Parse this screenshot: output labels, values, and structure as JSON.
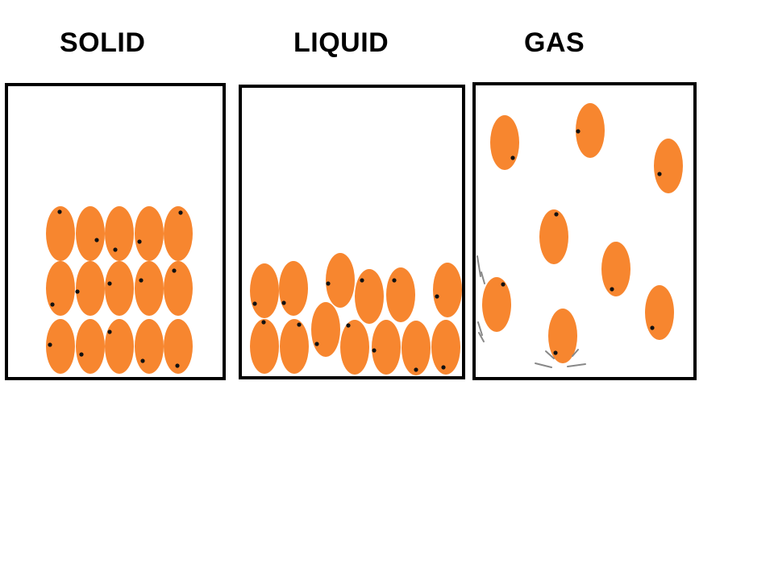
{
  "labels": {
    "solid": "SOLID",
    "liquid": "LIQUID",
    "gas": "GAS"
  },
  "colors": {
    "particle": "#f7862f",
    "dot": "#111111",
    "box_border": "#000000",
    "motion_lines": "#888888"
  }
}
